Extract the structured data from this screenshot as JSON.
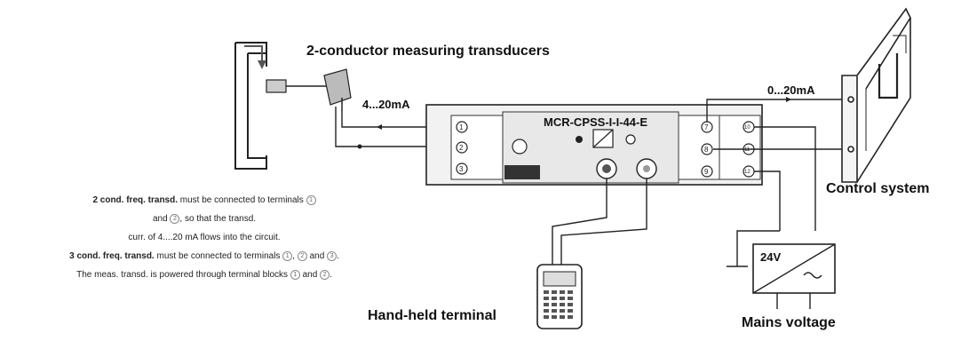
{
  "labels": {
    "transducers": "2-conductor measuring transducers",
    "current_left": "4...20mA",
    "current_right": "0...20mA",
    "module": "MCR-CPSS-I-I-44-E",
    "control_system": "Control system",
    "hand_held": "Hand-held terminal",
    "mains": "Mains voltage",
    "supply": "24V"
  },
  "terminals": {
    "left": [
      "1",
      "2",
      "3"
    ],
    "mid": [
      "7",
      "8",
      "9"
    ],
    "right": [
      "10",
      "11",
      "12"
    ]
  },
  "notes": [
    {
      "bold": "2 cond. freq. transd.",
      "text": " must be connected to terminals ",
      "refs": [
        "1"
      ]
    },
    {
      "bold": "",
      "text": "and ",
      "refs": [
        "2"
      ],
      "tail": ", so that the transd."
    },
    {
      "bold": "",
      "text": "curr. of 4....20 mA flows into the circuit.",
      "refs": []
    },
    {
      "bold": "3 cond. freq. transd.",
      "text": " must be connected to terminals ",
      "refs": [
        "1",
        "2"
      ],
      "tail": " and ",
      "refs2": [
        "3"
      ]
    },
    {
      "bold": "",
      "text": "The meas. transd. is powered through terminal blocks ",
      "refs": [
        "1"
      ],
      "tail": " and ",
      "refs2": [
        "2"
      ]
    }
  ]
}
